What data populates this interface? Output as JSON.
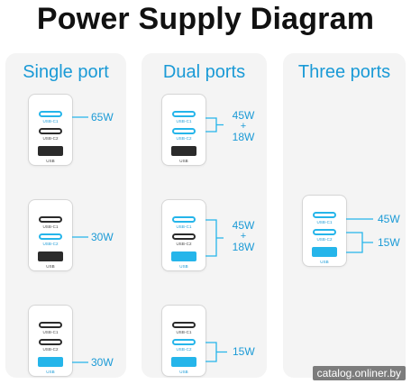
{
  "title": "Power Supply Diagram",
  "ports": {
    "c1": "USB-C1",
    "c2": "USB-C2",
    "usb": "USB"
  },
  "columns": [
    {
      "title": "Single port",
      "cards": [
        {
          "watts": [
            "65W"
          ]
        },
        {
          "watts": [
            "30W"
          ]
        },
        {
          "watts": [
            "30W"
          ]
        }
      ]
    },
    {
      "title": "Dual ports",
      "cards": [
        {
          "watts": [
            "45W",
            "+",
            "18W"
          ]
        },
        {
          "watts": [
            "45W",
            "+",
            "18W"
          ]
        },
        {
          "watts": [
            "15W"
          ]
        }
      ]
    },
    {
      "title": "Three ports",
      "cards": [
        {
          "watts": [
            "45W",
            "15W"
          ]
        }
      ]
    }
  ],
  "watermark": "catalog.onliner.by",
  "colors": {
    "accent": "#25b5ea",
    "text_accent": "#1a9ad6",
    "port_dark": "#2b2b2b"
  }
}
